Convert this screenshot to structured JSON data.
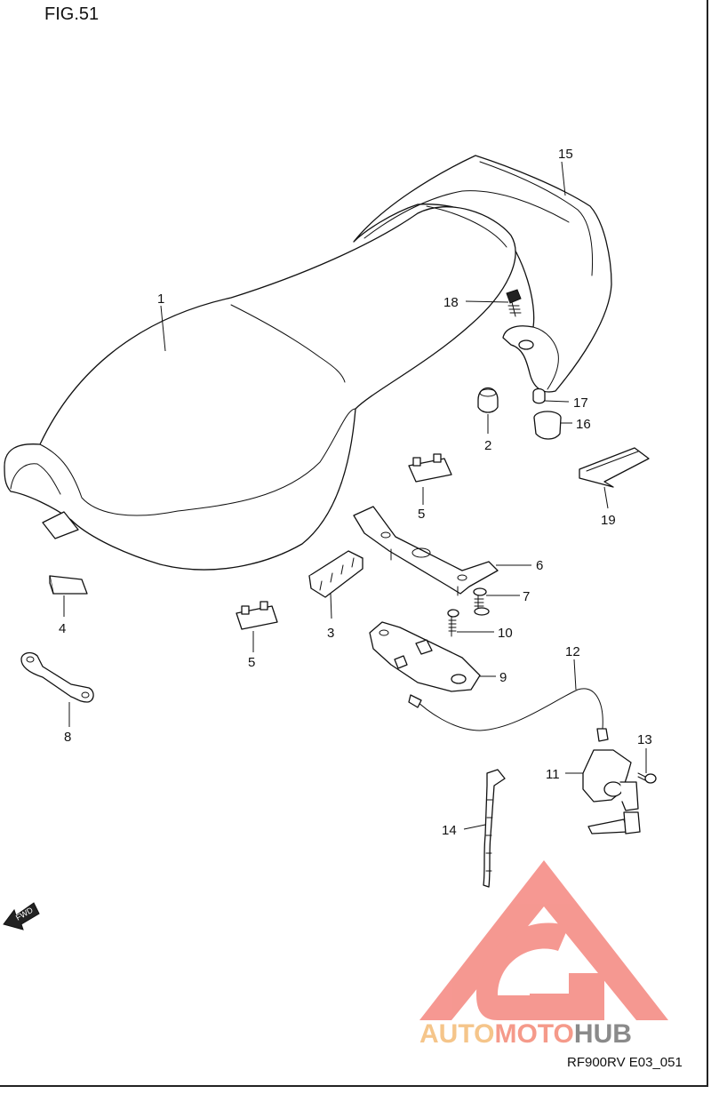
{
  "figure": {
    "title": "FIG.51",
    "code": "RF900RV E03_051"
  },
  "watermark": {
    "brand_left": "AUTO",
    "brand_mid": "MOTO",
    "brand_right": "HUB",
    "color_left": "#f5c58a",
    "color_mid": "#f59a8a",
    "color_right": "#8a8a8a",
    "logo_color": "#f58d86"
  },
  "fwd_label": "FWD",
  "callouts": [
    {
      "id": "c1",
      "label": "1"
    },
    {
      "id": "c2",
      "label": "2"
    },
    {
      "id": "c3",
      "label": "3"
    },
    {
      "id": "c4",
      "label": "4"
    },
    {
      "id": "c5a",
      "label": "5"
    },
    {
      "id": "c5b",
      "label": "5"
    },
    {
      "id": "c6",
      "label": "6"
    },
    {
      "id": "c7",
      "label": "7"
    },
    {
      "id": "c8",
      "label": "8"
    },
    {
      "id": "c9",
      "label": "9"
    },
    {
      "id": "c10",
      "label": "10"
    },
    {
      "id": "c11",
      "label": "11"
    },
    {
      "id": "c12",
      "label": "12"
    },
    {
      "id": "c13",
      "label": "13"
    },
    {
      "id": "c14",
      "label": "14"
    },
    {
      "id": "c15",
      "label": "15"
    },
    {
      "id": "c16",
      "label": "16"
    },
    {
      "id": "c17",
      "label": "17"
    },
    {
      "id": "c18",
      "label": "18"
    },
    {
      "id": "c19",
      "label": "19"
    }
  ]
}
